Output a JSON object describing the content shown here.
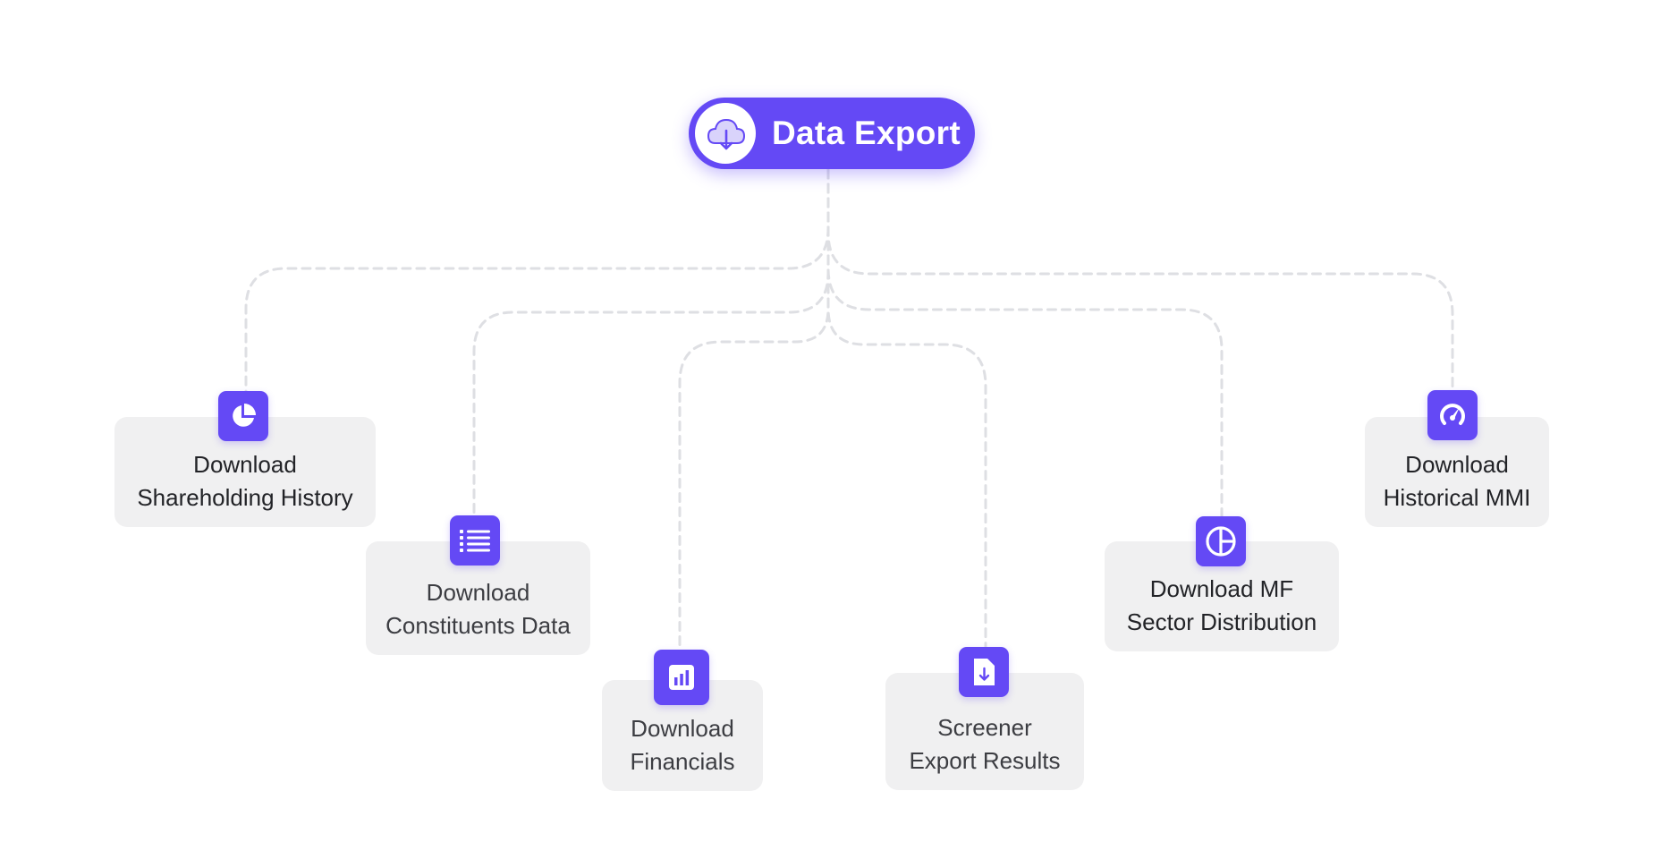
{
  "root": {
    "label": "Data Export",
    "icon": "cloud-download-icon"
  },
  "nodes": [
    {
      "id": "shareholding",
      "line1": "Download",
      "line2": "Shareholding History",
      "icon": "pie-chart-icon"
    },
    {
      "id": "constituents",
      "line1": "Download",
      "line2": "Constituents Data",
      "icon": "list-icon"
    },
    {
      "id": "financials",
      "line1": "Download",
      "line2": "Financials",
      "icon": "bar-chart-icon"
    },
    {
      "id": "screener",
      "line1": "Screener",
      "line2": "Export Results",
      "icon": "file-download-icon"
    },
    {
      "id": "mf-sector",
      "line1": "Download MF",
      "line2": "Sector Distribution",
      "icon": "sector-chart-icon"
    },
    {
      "id": "mmi",
      "line1": "Download",
      "line2": "Historical MMI",
      "icon": "gauge-icon"
    }
  ],
  "colors": {
    "accent": "#6449f5",
    "card": "#f0f0f1",
    "connector": "#dedfe3"
  }
}
